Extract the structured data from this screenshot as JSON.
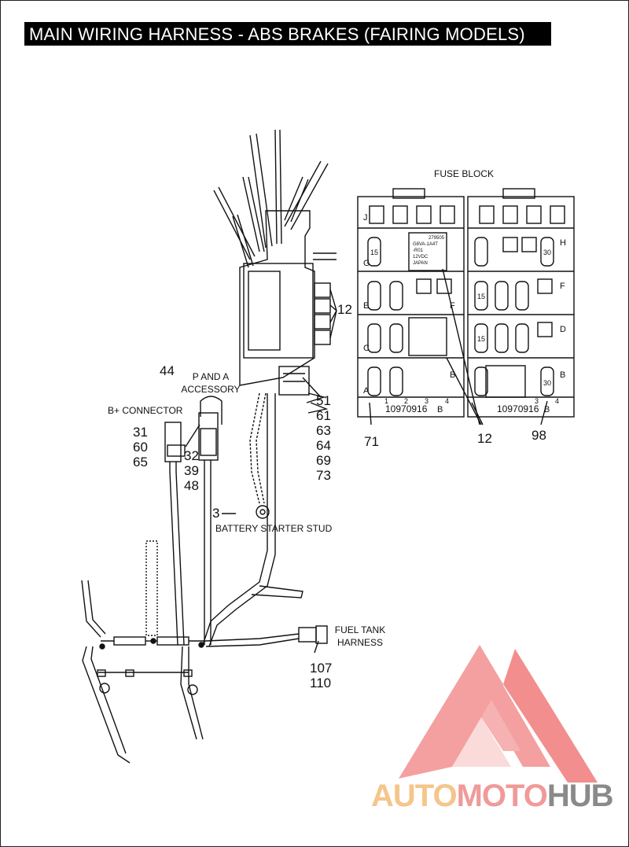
{
  "title": "MAIN WIRING HARNESS - ABS BRAKES (FAIRING MODELS)",
  "labels": {
    "fuse_block": "FUSE BLOCK",
    "p_and_a_line1": "P AND A",
    "p_and_a_line2": "ACCESSORY",
    "b_plus_connector": "B+ CONNECTOR",
    "battery_starter_stud": "BATTERY STARTER STUD",
    "fuel_tank_line1": "FUEL TANK",
    "fuel_tank_line2": "HARNESS"
  },
  "callouts": {
    "c44": "44",
    "c12_top": "12",
    "c51": "51",
    "c61": "61",
    "c63": "63",
    "c64": "64",
    "c69": "69",
    "c73": "73",
    "c31": "31",
    "c60": "60",
    "c65": "65",
    "c32": "32",
    "c39": "39",
    "c48": "48",
    "c3": "3",
    "c107": "107",
    "c110": "110",
    "c71": "71",
    "c12_bottom": "12",
    "c98": "98"
  },
  "fuse_block": {
    "part_number_left": "10970916",
    "part_number_right": "10970916",
    "row_letters_left": [
      "J",
      "G",
      "E",
      "C",
      "A"
    ],
    "row_letters_left_right": [
      "F",
      "B"
    ],
    "row_letters_right": [
      "H",
      "F",
      "D",
      "B"
    ],
    "bottom_marks_left": [
      "1",
      "2",
      "3",
      "4",
      "B"
    ],
    "bottom_marks_right": [
      "3",
      "4",
      "B"
    ],
    "fuse_ratings": [
      "15",
      "30"
    ],
    "relay_text": [
      "G8VA-1A4T",
      "-R01",
      "12VDC",
      "JAPAN",
      "279505"
    ]
  },
  "watermark": {
    "part1": "AUTO",
    "part2": "MOTO",
    "part3": "HUB",
    "colors": {
      "orange": "#f5c58a",
      "red": "#f09a9a",
      "gray": "#8a8a8a"
    }
  }
}
